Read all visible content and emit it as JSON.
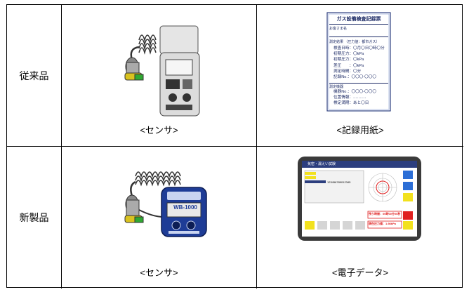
{
  "rows": [
    {
      "label": "従来品",
      "sensor_caption": "<センサ>",
      "record_caption": "<記録用紙>",
      "paper": {
        "title": "ガス設備検査記録票",
        "customer_label": "お客さま名",
        "result_header": "測定結果 （圧力値：都市ガス）",
        "items": [
          "検査日時：〇月〇日〇時〇分",
          "初期圧力：〇kPa",
          "初期圧力：〇kPa",
          "差圧　　：〇kPa",
          "測定時間：〇分",
          "記録No.：〇〇〇-〇〇〇"
        ],
        "device_header": "測定機器",
        "device_items": [
          "機器No.：〇〇〇-〇〇〇",
          "位置情報：‥‥‥‥‥",
          "検定満期：あと〇日"
        ]
      }
    },
    {
      "label": "新製品",
      "sensor_caption": "<センサ>",
      "record_caption": "<電子データ>",
      "tablet": {
        "header": "気密・漏えい試験",
        "remain_label": "残り時間：00時00分00秒",
        "pressure_label": "現在圧力値：1.98kPa",
        "id_value": "123456789012345"
      },
      "device_model": "WB-1000"
    }
  ],
  "colors": {
    "table_border": "#000000",
    "tablet_frame": "#3a3a3a",
    "tablet_header": "#2c3e7e",
    "sensor_blue": "#1e3c96",
    "tube_dark": "#333333",
    "valve_green": "#2fa832",
    "valve_yellow": "#d9c21f",
    "alert_red": "#e02020"
  }
}
